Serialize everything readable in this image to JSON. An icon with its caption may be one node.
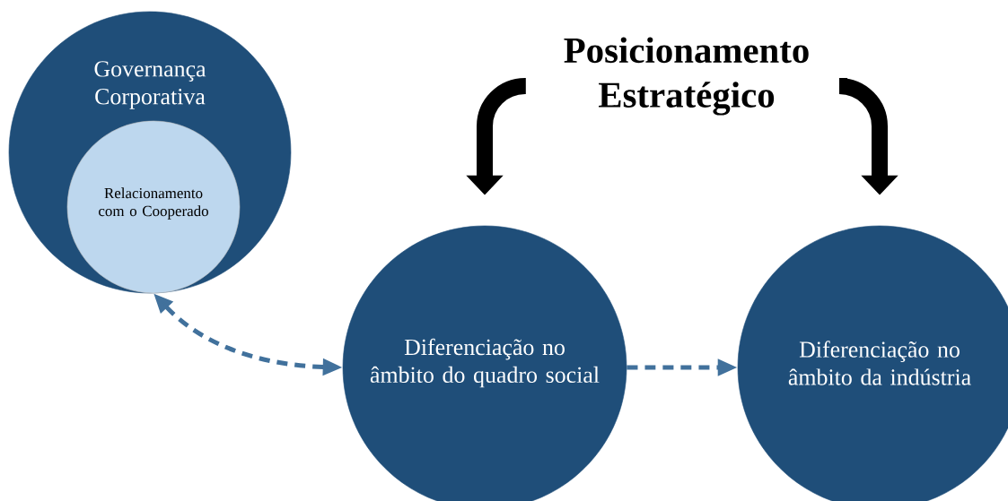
{
  "diagram": {
    "nodes": [
      {
        "text": [
          "Governança Corporativa"
        ]
      },
      {
        "text": [
          "Relacionamento com o Cooperado"
        ],
        "in": 0
      },
      {
        "text": [
          "Diferenciação no âmbito do quadro social"
        ]
      },
      {
        "text": [
          "Diferenciação no âmbito da indústria"
        ]
      },
      {
        "text": [
          "Posicionamento Estratégico"
        ]
      }
    ],
    "edges": [
      {
        "from": 4,
        "to": 2,
        "arrow": "to",
        "style": "thick"
      },
      {
        "from": 4,
        "to": 3,
        "arrow": "to",
        "style": "thick"
      },
      {
        "from": 1,
        "to": 2,
        "arrow": "both",
        "style": "dashed",
        "color": "#41719c"
      },
      {
        "from": 2,
        "to": 3,
        "arrow": "to",
        "style": "dashed",
        "color": "#41719c"
      }
    ]
  }
}
